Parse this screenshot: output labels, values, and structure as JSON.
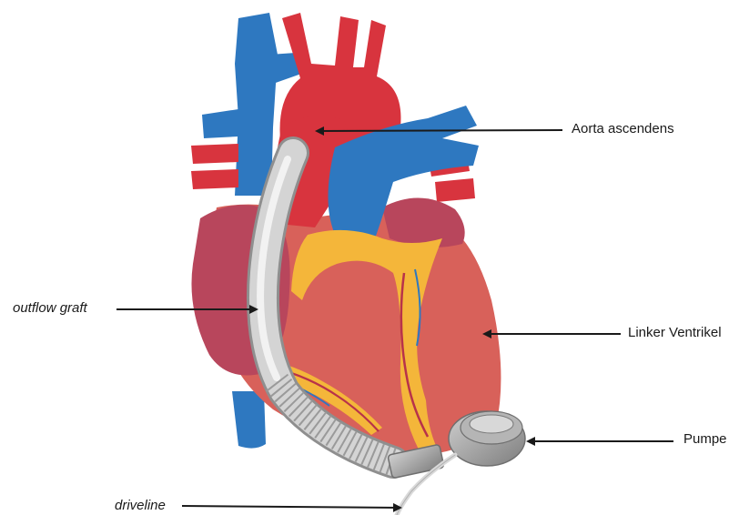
{
  "labels": {
    "aorta": "Aorta ascendens",
    "ventrikel": "Linker Ventrikel",
    "pumpe": "Pumpe",
    "outflow": "outflow graft",
    "driveline": "driveline"
  },
  "colors": {
    "artery_red": "#d8343e",
    "vein_blue": "#2e78c0",
    "myocardium": "#d8615a",
    "atrium_pink": "#b8465c",
    "fat_yellow": "#f4b63a",
    "graft_gray": "#c9c9c9",
    "pump_gray": "#9a9a9a",
    "arrow": "#1a1a1a"
  }
}
